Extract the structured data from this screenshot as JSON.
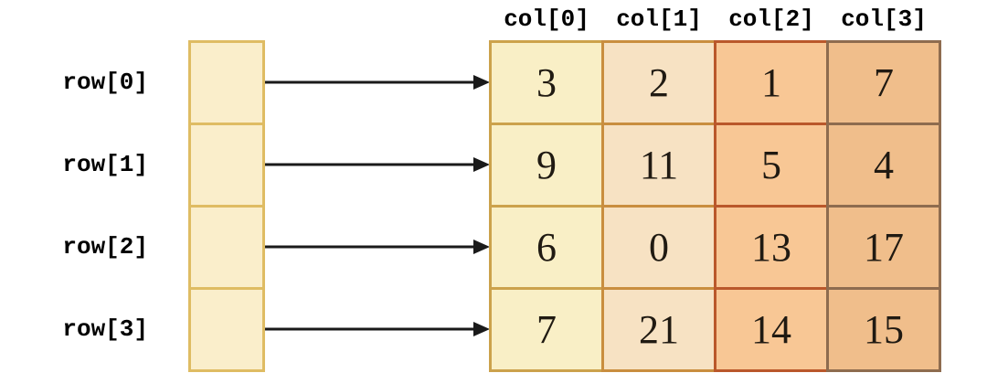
{
  "diagram": {
    "title": "2d-array-row-pointers",
    "row_labels": [
      "row[0]",
      "row[1]",
      "row[2]",
      "row[3]"
    ],
    "col_labels": [
      "col[0]",
      "col[1]",
      "col[2]",
      "col[3]"
    ],
    "matrix": [
      [
        3,
        2,
        1,
        7
      ],
      [
        9,
        11,
        5,
        4
      ],
      [
        6,
        0,
        13,
        17
      ],
      [
        7,
        21,
        14,
        15
      ]
    ],
    "colors": {
      "pointer_fill": "#FAEECB",
      "pointer_border": "#DFBC63",
      "col_fill": [
        "#F9EFC6",
        "#F7E2C3",
        "#F8C795",
        "#F0BE8B"
      ],
      "col_border": [
        "#CCA24C",
        "#C98E3F",
        "#BA582B",
        "#8E6C4F"
      ],
      "arrow": "#1a1a1a",
      "text": "#000000"
    }
  }
}
